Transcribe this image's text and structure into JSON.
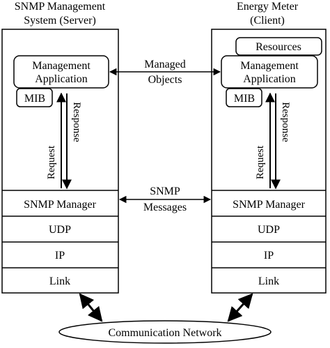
{
  "server": {
    "title_line1": "SNMP Management",
    "title_line2": "System (Server)",
    "app_line1": "Management",
    "app_line2": "Application",
    "mib": "MIB",
    "request": "Request",
    "response": "Response",
    "layers": [
      "SNMP Manager",
      "UDP",
      "IP",
      "Link"
    ]
  },
  "client": {
    "title_line1": "Energy Meter",
    "title_line2": "(Client)",
    "resources": "Resources",
    "app_line1": "Management",
    "app_line2": "Application",
    "mib": "MIB",
    "request": "Request",
    "response": "Response",
    "layers": [
      "SNMP Manager",
      "UDP",
      "IP",
      "Link"
    ]
  },
  "middle": {
    "managed_line1": "Managed",
    "managed_line2": "Objects",
    "snmp_line1": "SNMP",
    "snmp_line2": "Messages"
  },
  "network": {
    "label": "Communication Network"
  }
}
